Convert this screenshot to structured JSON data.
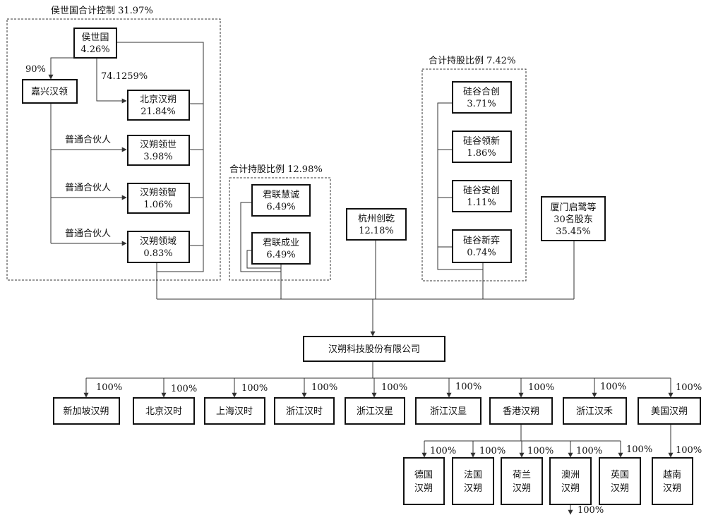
{
  "groups": {
    "hou": "侯世国合计控制 31.97%",
    "junlian": "合计持股比例 12.98%",
    "guigu": "合计持股比例 7.42%"
  },
  "nodes": {
    "hou": {
      "name": "侯世国",
      "pct": "4.26%"
    },
    "jiaxing": {
      "name": "嘉兴汉领"
    },
    "beijing_hanshuo": {
      "name": "北京汉朔",
      "pct": "21.84%"
    },
    "hanshuo_lingshi": {
      "name": "汉朔领世",
      "pct": "3.98%"
    },
    "hanshuo_lingzhi": {
      "name": "汉朔领智",
      "pct": "1.06%"
    },
    "hanshuo_lingyu": {
      "name": "汉朔领域",
      "pct": "0.83%"
    },
    "junlian_huicheng": {
      "name": "君联慧诚",
      "pct": "6.49%"
    },
    "junlian_chengye": {
      "name": "君联成业",
      "pct": "6.49%"
    },
    "hangzhou": {
      "name": "杭州创乾",
      "pct": "12.18%"
    },
    "guigu_hechuang": {
      "name": "硅谷合创",
      "pct": "3.71%"
    },
    "guigu_lingxin": {
      "name": "硅谷领新",
      "pct": "1.86%"
    },
    "guigu_anchuang": {
      "name": "硅谷安创",
      "pct": "1.11%"
    },
    "guigu_xinyi": {
      "name": "硅谷新弈",
      "pct": "0.74%"
    },
    "xiamen": {
      "line1": "厦门启鹭等",
      "line2": "30名股东",
      "pct": "35.45%"
    },
    "main": {
      "name": "汉朔科技股份有限公司"
    },
    "subs": [
      {
        "name": "新加坡汉朔",
        "pct": "100%"
      },
      {
        "name": "北京汉时",
        "pct": "100%"
      },
      {
        "name": "上海汉时",
        "pct": "100%"
      },
      {
        "name": "浙江汉时",
        "pct": "100%"
      },
      {
        "name": "浙江汉星",
        "pct": "100%"
      },
      {
        "name": "浙江汉显",
        "pct": "100%"
      },
      {
        "name": "香港汉朔",
        "pct": "100%"
      },
      {
        "name": "浙江汉禾",
        "pct": "100%"
      },
      {
        "name": "美国汉朔",
        "pct": "100%"
      }
    ],
    "hk_subs": [
      {
        "line1": "德国",
        "line2": "汉朔",
        "pct": "100%"
      },
      {
        "line1": "法国",
        "line2": "汉朔",
        "pct": "100%"
      },
      {
        "line1": "荷兰",
        "line2": "汉朔",
        "pct": "100%"
      },
      {
        "line1": "澳洲",
        "line2": "汉朔",
        "pct": "100%"
      },
      {
        "line1": "英国",
        "line2": "汉朔",
        "pct": "100%"
      }
    ],
    "us_sub": {
      "line1": "越南",
      "line2": "汉朔",
      "pct": "100%"
    },
    "aus_sub": {
      "pct": "100%"
    }
  },
  "edges": {
    "hou_to_jiaxing": "90%",
    "hou_to_beijing": "74.1259%",
    "gp_lingshi": "普通合伙人",
    "gp_lingzhi": "普通合伙人",
    "gp_lingyu": "普通合伙人"
  }
}
